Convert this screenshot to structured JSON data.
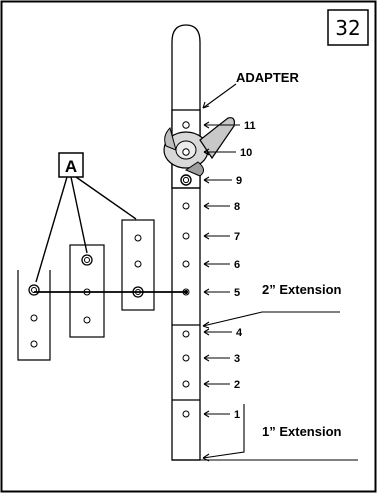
{
  "page_number": "32",
  "labels": {
    "adapter": "ADAPTER",
    "extension_2": "2” Extension",
    "extension_1": "1” Extension",
    "callout": "A"
  },
  "hole_numbers": [
    "11",
    "10",
    "9",
    "8",
    "7",
    "6",
    "5",
    "4",
    "3",
    "2",
    "1"
  ]
}
